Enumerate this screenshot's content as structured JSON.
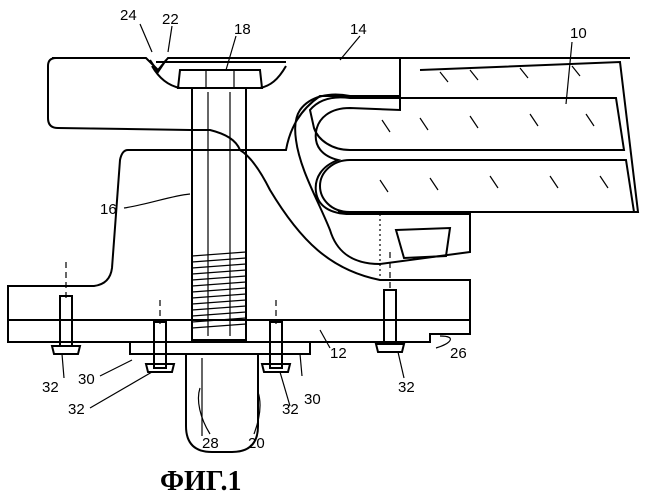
{
  "figure": {
    "caption": "ФИГ.1",
    "labels": {
      "l10": "10",
      "l12": "12",
      "l14": "14",
      "l16": "16",
      "l18": "18",
      "l20": "20",
      "l22": "22",
      "l24": "24",
      "l26": "26",
      "l28": "28",
      "l30a": "30",
      "l30b": "30",
      "l32a": "32",
      "l32b": "32",
      "l32c": "32",
      "l32d": "32"
    }
  }
}
